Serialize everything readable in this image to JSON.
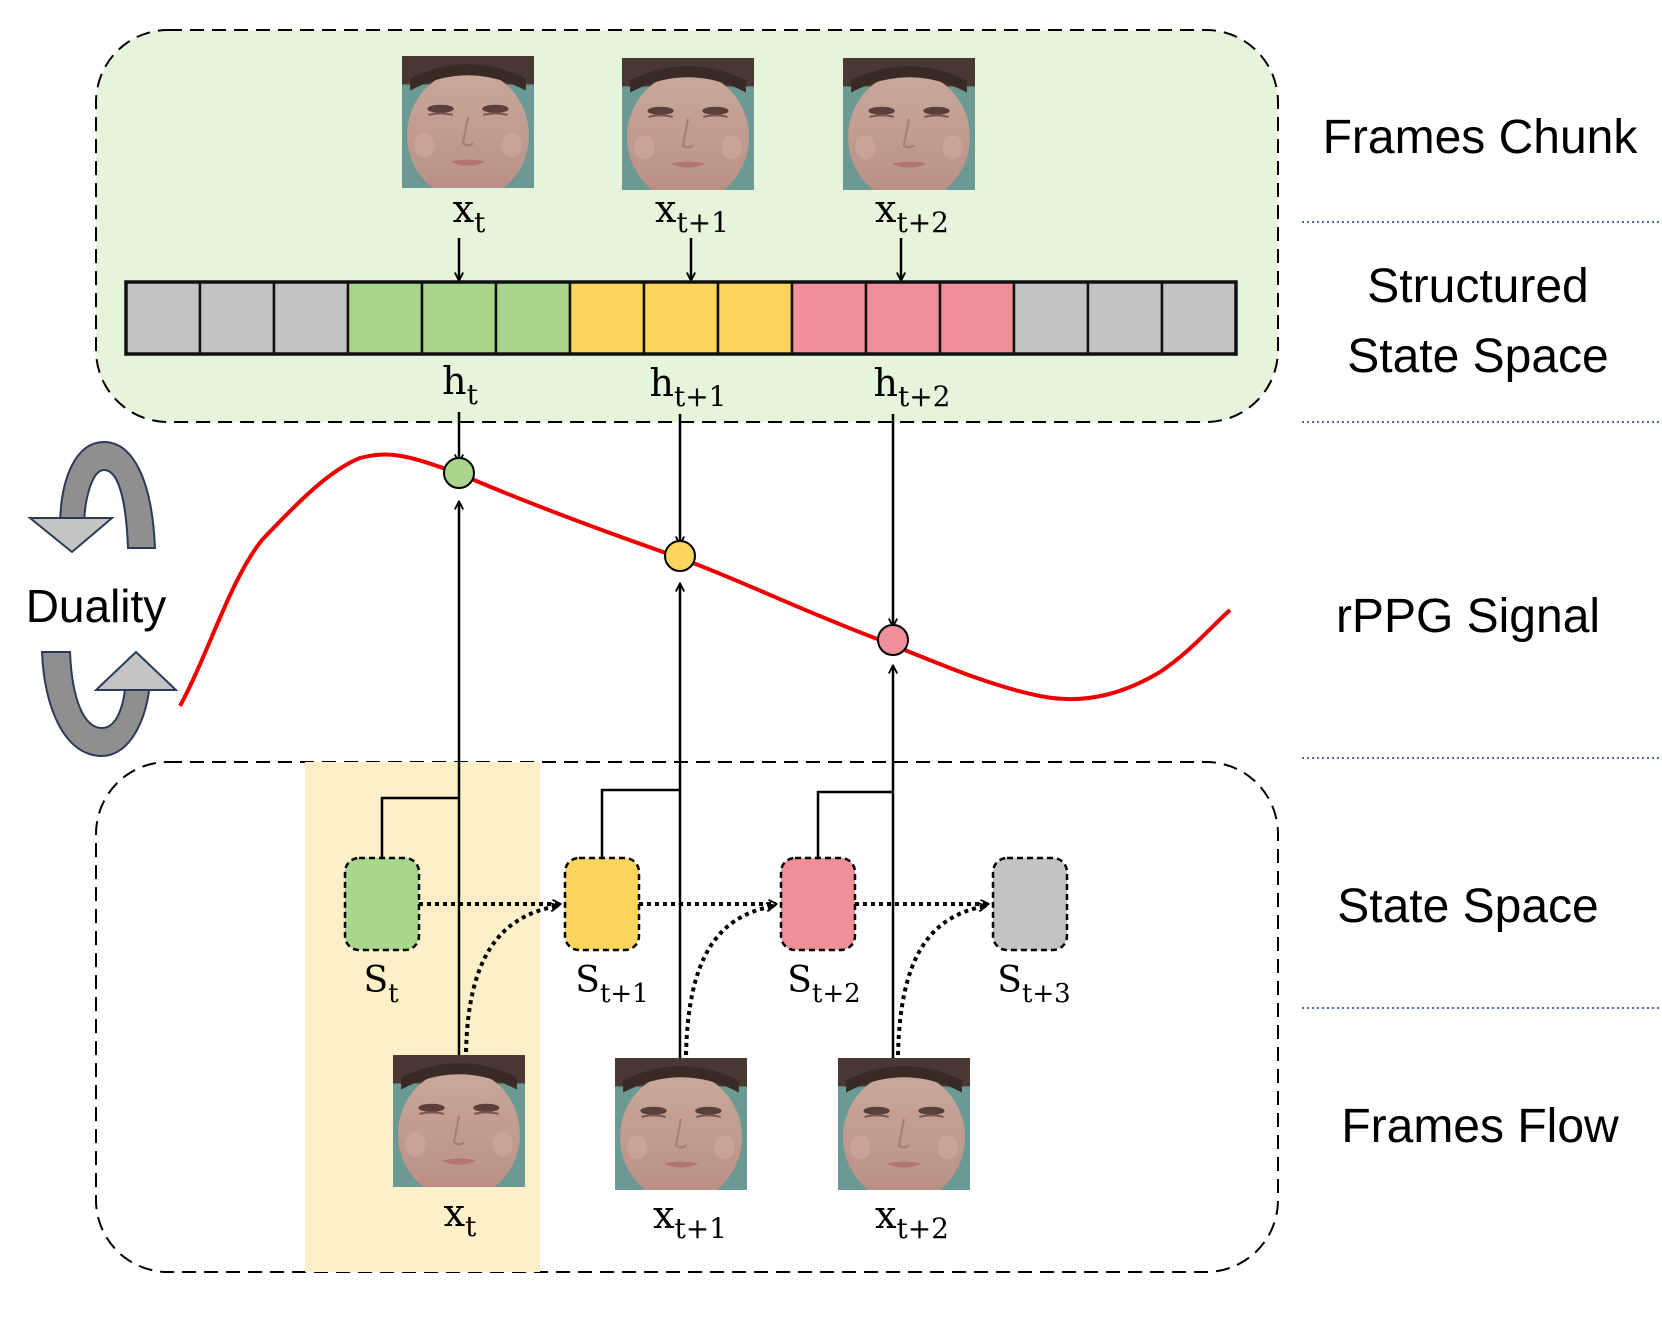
{
  "right_labels": {
    "frames_chunk": "Frames Chunk",
    "structured_line1": "Structured",
    "structured_line2": "State Space",
    "rppg_signal": "rPPG Signal",
    "state_space": "State Space",
    "frames_flow": "Frames Flow"
  },
  "duality_label": "Duality",
  "top_frames": [
    {
      "base": "x",
      "sub": "t"
    },
    {
      "base": "x",
      "sub": "t+1"
    },
    {
      "base": "x",
      "sub": "t+2"
    }
  ],
  "hidden_states": [
    {
      "base": "h",
      "sub": "t"
    },
    {
      "base": "h",
      "sub": "t+1"
    },
    {
      "base": "h",
      "sub": "t+2"
    }
  ],
  "state_boxes": [
    {
      "base": "S",
      "sub": "t"
    },
    {
      "base": "S",
      "sub": "t+1"
    },
    {
      "base": "S",
      "sub": "t+2"
    },
    {
      "base": "S",
      "sub": "t+3"
    }
  ],
  "bottom_frames": [
    {
      "base": "x",
      "sub": "t"
    },
    {
      "base": "x",
      "sub": "t+1"
    },
    {
      "base": "x",
      "sub": "t+2"
    }
  ],
  "state_cells": [
    "gray",
    "gray",
    "gray",
    "green",
    "green",
    "green",
    "yellow",
    "yellow",
    "yellow",
    "pink",
    "pink",
    "pink",
    "gray",
    "gray",
    "gray"
  ],
  "colors": {
    "green": "#a9d68c",
    "yellow": "#fcd65c",
    "pink": "#ee8f99",
    "gray": "#c3c3c3",
    "signal": "#ee0000",
    "top_panel": "#e6f4dc",
    "highlight": "#fdf0c8",
    "divider": "#4a6fb0"
  }
}
